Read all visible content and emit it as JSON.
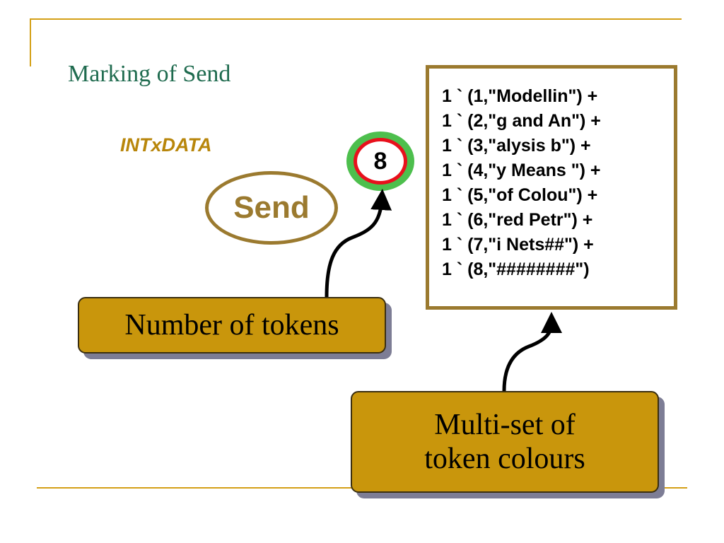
{
  "slide": {
    "title": "Marking of Send"
  },
  "place": {
    "type_label": "INTxDATA",
    "name": "Send"
  },
  "marking": {
    "token_count": "8",
    "multiset": [
      "1 ` (1,\"Modellin\") +",
      "1 ` (2,\"g and An\") +",
      "1 ` (3,\"alysis b\") +",
      "1 ` (4,\"y Means \") +",
      "1 ` (5,\"of Colou\") +",
      "1 ` (6,\"red Petr\") +",
      "1 ` (7,\"i Nets##\") +",
      "1 ` (8,\"########\")"
    ]
  },
  "callouts": {
    "tokens": "Number of tokens",
    "colours": [
      "Multi-set of",
      "token colours"
    ]
  },
  "colors": {
    "accent_rule": "#d4a017",
    "title_text": "#1f6b4f",
    "place_border": "#9b7a2f",
    "callout_fill": "#c9960c",
    "count_ring_outer": "#4dbf4d",
    "count_ring_inner": "#e8101c"
  }
}
